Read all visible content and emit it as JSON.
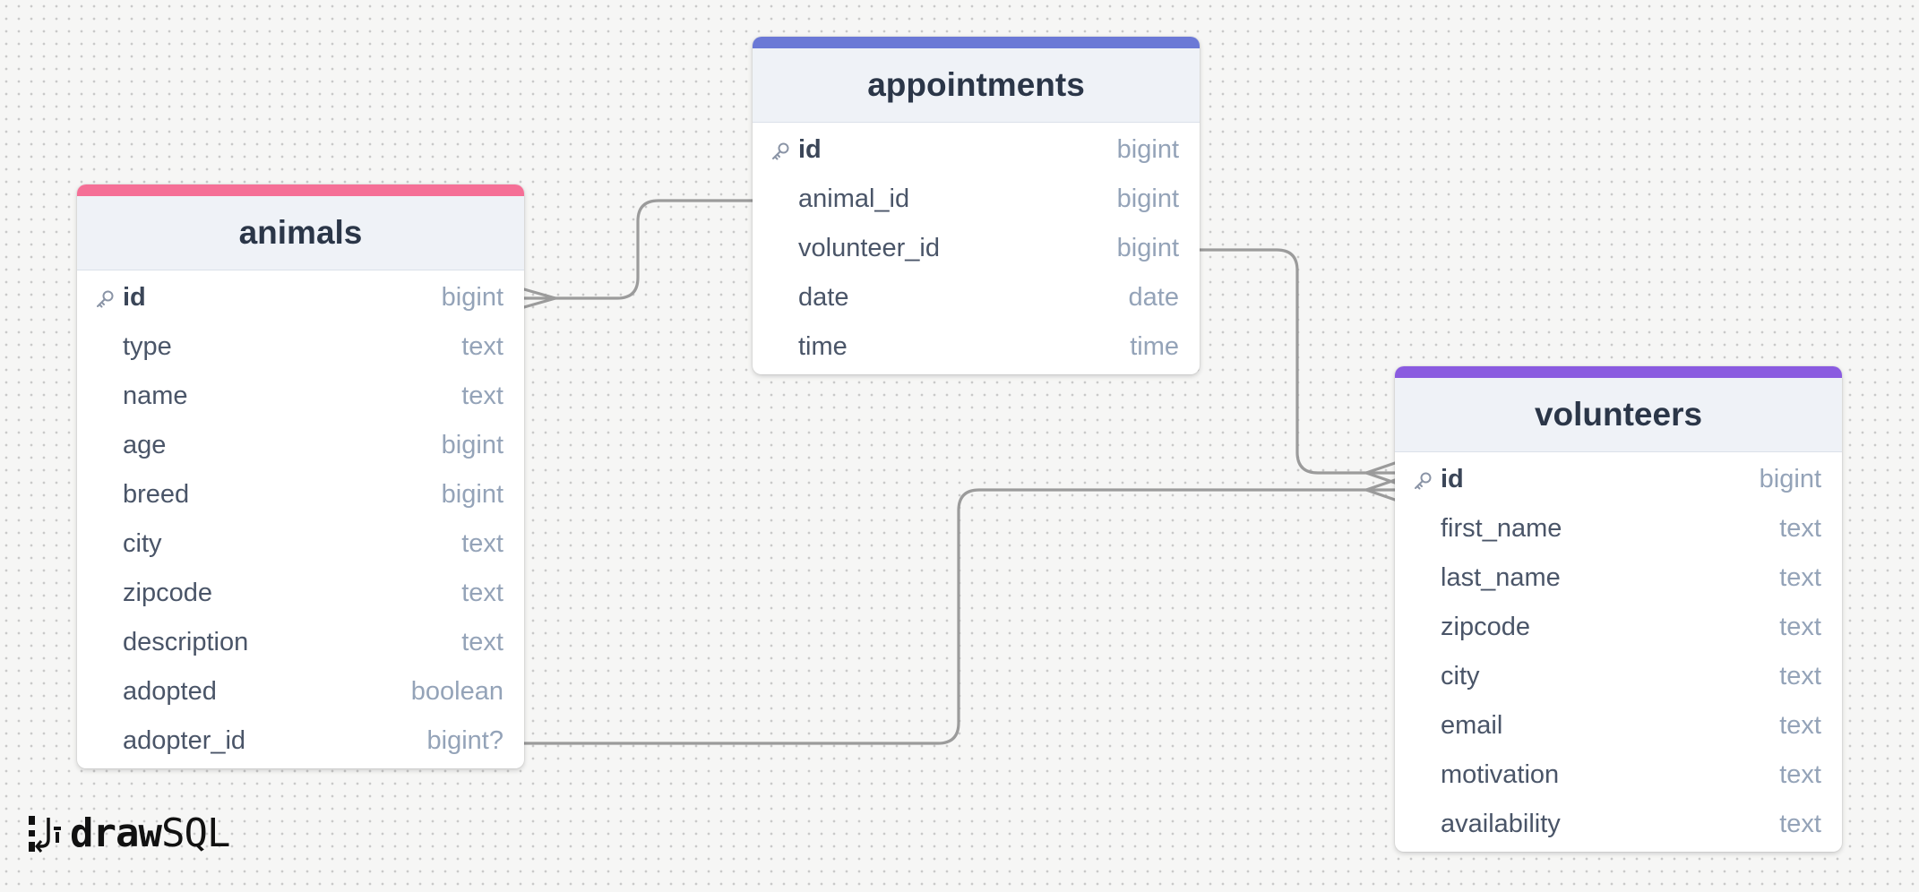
{
  "brand": {
    "word_bold": "draw",
    "word_thin": "SQL"
  },
  "colors": {
    "animals_accent": "#f56f96",
    "appointments_accent": "#6b79d6",
    "volunteers_accent": "#8a5be0",
    "connector": "#9b9b9b"
  },
  "tables": {
    "appointments": {
      "title": "appointments",
      "columns": [
        {
          "name": "id",
          "type": "bigint",
          "primary_key": true
        },
        {
          "name": "animal_id",
          "type": "bigint"
        },
        {
          "name": "volunteer_id",
          "type": "bigint"
        },
        {
          "name": "date",
          "type": "date"
        },
        {
          "name": "time",
          "type": "time"
        }
      ]
    },
    "animals": {
      "title": "animals",
      "columns": [
        {
          "name": "id",
          "type": "bigint",
          "primary_key": true
        },
        {
          "name": "type",
          "type": "text"
        },
        {
          "name": "name",
          "type": "text"
        },
        {
          "name": "age",
          "type": "bigint"
        },
        {
          "name": "breed",
          "type": "bigint"
        },
        {
          "name": "city",
          "type": "text"
        },
        {
          "name": "zipcode",
          "type": "text"
        },
        {
          "name": "description",
          "type": "text"
        },
        {
          "name": "adopted",
          "type": "boolean"
        },
        {
          "name": "adopter_id",
          "type": "bigint?"
        }
      ]
    },
    "volunteers": {
      "title": "volunteers",
      "columns": [
        {
          "name": "id",
          "type": "bigint",
          "primary_key": true
        },
        {
          "name": "first_name",
          "type": "text"
        },
        {
          "name": "last_name",
          "type": "text"
        },
        {
          "name": "zipcode",
          "type": "text"
        },
        {
          "name": "city",
          "type": "text"
        },
        {
          "name": "email",
          "type": "text"
        },
        {
          "name": "motivation",
          "type": "text"
        },
        {
          "name": "availability",
          "type": "text"
        }
      ]
    }
  },
  "relationships": [
    {
      "from": "appointments.animal_id",
      "to": "animals.id",
      "cardinality": "many-to-one"
    },
    {
      "from": "appointments.volunteer_id",
      "to": "volunteers.id",
      "cardinality": "many-to-one"
    },
    {
      "from": "animals.adopter_id",
      "to": "volunteers.id",
      "cardinality": "many-to-one"
    }
  ]
}
